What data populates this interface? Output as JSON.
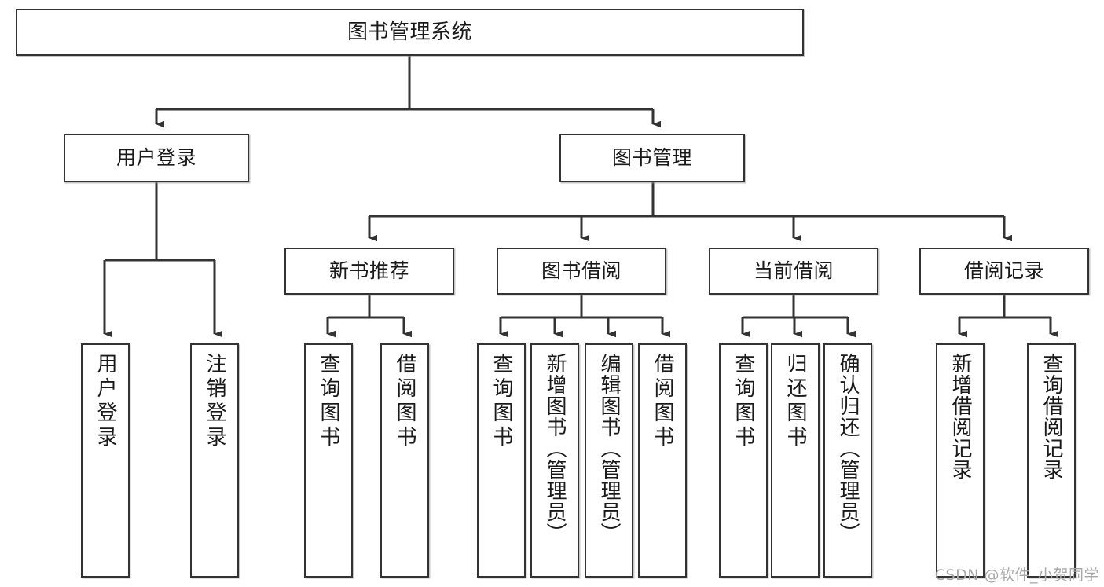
{
  "diagram": {
    "title": "图书管理系统",
    "type": "tree-hierarchy-functional-structure",
    "orientation": "top-down",
    "line_color": "#333333",
    "box_fill": "#ffffff",
    "box_border_color": "#333333",
    "nodes": {
      "root": {
        "label": "图书管理系统"
      },
      "level2": [
        {
          "id": "user-login",
          "label": "用户登录"
        },
        {
          "id": "book-manage",
          "label": "图书管理"
        }
      ],
      "level3": [
        {
          "id": "new-book-recommend",
          "label": "新书推荐"
        },
        {
          "id": "book-borrow",
          "label": "图书借阅"
        },
        {
          "id": "current-borrow",
          "label": "当前借阅"
        },
        {
          "id": "borrow-record",
          "label": "借阅记录"
        }
      ],
      "leaves": {
        "user_login": [
          {
            "id": "leaf-user-login",
            "label": "用户登录"
          },
          {
            "id": "leaf-logout-login",
            "label": "注销登录"
          }
        ],
        "new_book_recommend": [
          {
            "id": "leaf-query-book-1",
            "label": "查询图书"
          },
          {
            "id": "leaf-borrow-book-1",
            "label": "借阅图书"
          }
        ],
        "book_borrow": [
          {
            "id": "leaf-query-book-2",
            "label": "查询图书"
          },
          {
            "id": "leaf-add-book",
            "label": "新增图书（管理员）"
          },
          {
            "id": "leaf-edit-book",
            "label": "编辑图书（管理员）"
          },
          {
            "id": "leaf-borrow-book-2",
            "label": "借阅图书"
          }
        ],
        "current_borrow": [
          {
            "id": "leaf-query-book-3",
            "label": "查询图书"
          },
          {
            "id": "leaf-return-book",
            "label": "归还图书"
          },
          {
            "id": "leaf-confirm-return",
            "label": "确认归还（管理员）"
          }
        ],
        "borrow_record": [
          {
            "id": "leaf-add-record",
            "label": "新增借阅记录"
          },
          {
            "id": "leaf-query-record",
            "label": "查询借阅记录"
          }
        ]
      }
    }
  },
  "watermark": {
    "text": "CSDN @软件_小贺同学"
  }
}
